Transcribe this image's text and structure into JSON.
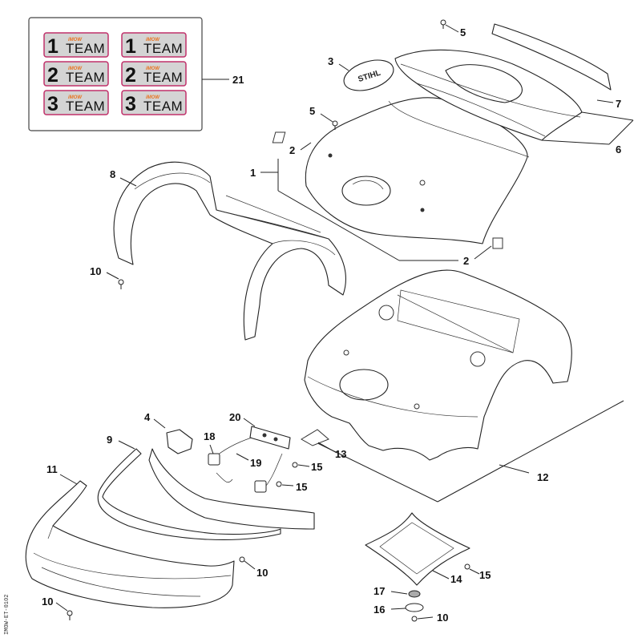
{
  "decals": {
    "items": [
      {
        "number": "1",
        "brand": "iMOW",
        "text": "TEAM"
      },
      {
        "number": "1",
        "brand": "iMOW",
        "text": "TEAM"
      },
      {
        "number": "2",
        "brand": "iMOW",
        "text": "TEAM"
      },
      {
        "number": "2",
        "brand": "iMOW",
        "text": "TEAM"
      },
      {
        "number": "3",
        "brand": "iMOW",
        "text": "TEAM"
      },
      {
        "number": "3",
        "brand": "iMOW",
        "text": "TEAM"
      }
    ],
    "border_color": "#c0306a",
    "fill_color": "#d4d4d4",
    "accent_color": "#e8731e"
  },
  "emblem_text": "STIHL",
  "callouts": {
    "c21": "21",
    "c3": "3",
    "c5a": "5",
    "c5b": "5",
    "c7": "7",
    "c6": "6",
    "c2a": "2",
    "c2b": "2",
    "c1": "1",
    "c8": "8",
    "c10a": "10",
    "c10b": "10",
    "c10c": "10",
    "c10d": "10",
    "c12": "12",
    "c13": "13",
    "c4": "4",
    "c20": "20",
    "c9": "9",
    "c18": "18",
    "c19": "19",
    "c15a": "15",
    "c15b": "15",
    "c15c": "15",
    "c11": "11",
    "c14": "14",
    "c17": "17",
    "c16": "16"
  },
  "side_code": "IMOW-ET-0102"
}
